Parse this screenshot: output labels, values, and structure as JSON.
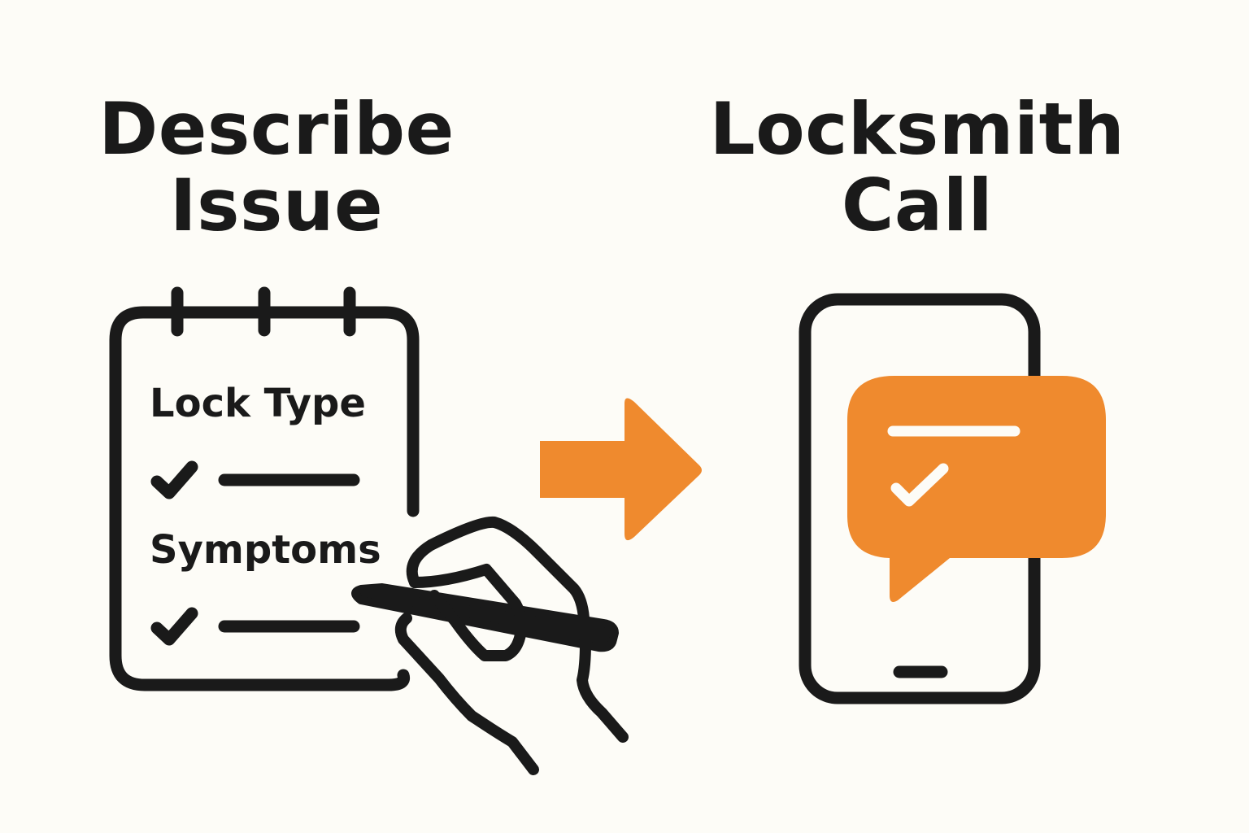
{
  "steps": [
    {
      "title_line1": "Describe",
      "title_line2": "Issue",
      "icon": "checklist-notepad-icon",
      "checklist": [
        {
          "label": "Lock Type",
          "checked": true
        },
        {
          "label": "Symptoms",
          "checked": true
        }
      ]
    },
    {
      "title_line1": "Locksmith",
      "title_line2": "Call",
      "icon": "phone-message-check-icon"
    }
  ],
  "connector_icon": "right-arrow-icon",
  "colors": {
    "background": "#fdfcf7",
    "ink": "#1a1a1a",
    "accent": "#ef8a2e"
  }
}
